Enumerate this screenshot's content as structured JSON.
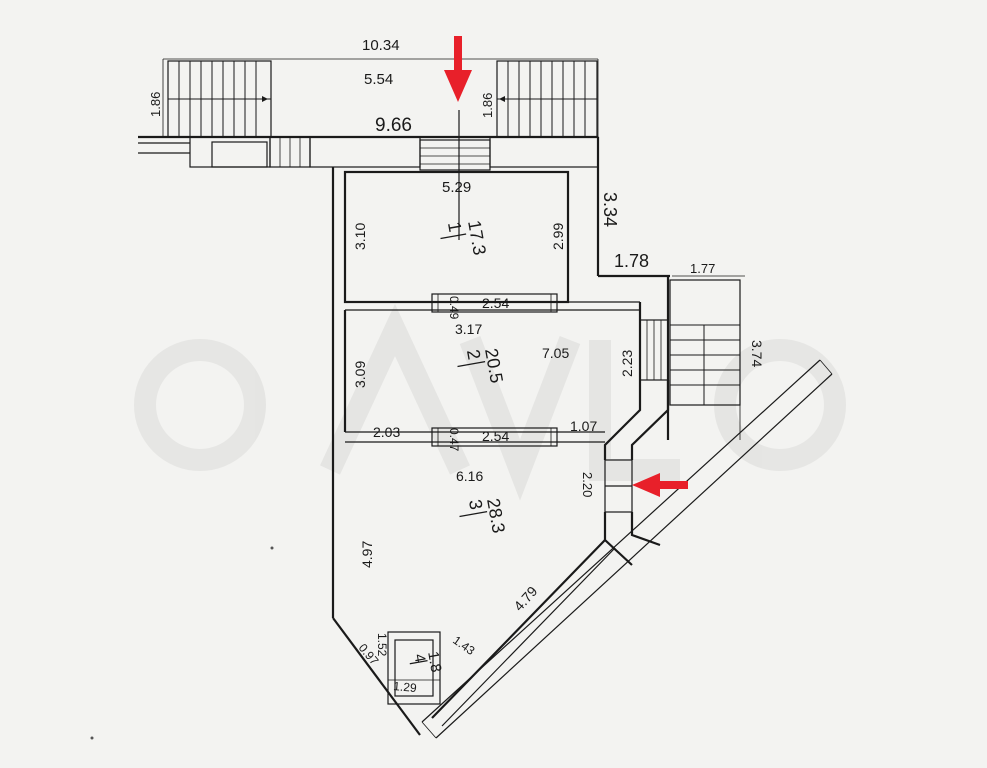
{
  "plan": {
    "accent_color": "#e8202a",
    "dimensions": {
      "top_total": "10.34",
      "top_inner": "5.54",
      "porch_left_depth": "1.86",
      "porch_right_depth": "1.86",
      "facade": "9.66",
      "room1_width": "5.29",
      "room1_left": "3.10",
      "room1_right": "2.99",
      "step_334": "3.34",
      "step_178": "1.78",
      "stair_width": "1.77",
      "stair_length": "3.74",
      "wall_thickness_top": "0.49",
      "door_width_top": "2.54",
      "room2_width": "3.17",
      "room2_diag": "7.05",
      "corridor_len": "2.23",
      "room2_left": "3.09",
      "wall_thickness_bottom": "0.47",
      "door_width_bottom": "2.54",
      "left_seg": "2.03",
      "right_seg": "1.07",
      "room3_width": "6.16",
      "entrance_width": "2.20",
      "room3_left": "4.97",
      "room3_diag": "4.79",
      "wc_side_a": "0.97",
      "wc_side_b": "1.52",
      "wc_top": "1.43",
      "wc_bottom": "1.29"
    },
    "rooms": [
      {
        "number": "1",
        "area": "17.3"
      },
      {
        "number": "2",
        "area": "20.5"
      },
      {
        "number": "3",
        "area": "28.3"
      },
      {
        "number": "4",
        "area": "1.8"
      }
    ],
    "markers": [
      "entrance-arrow-top",
      "entrance-arrow-side"
    ]
  }
}
